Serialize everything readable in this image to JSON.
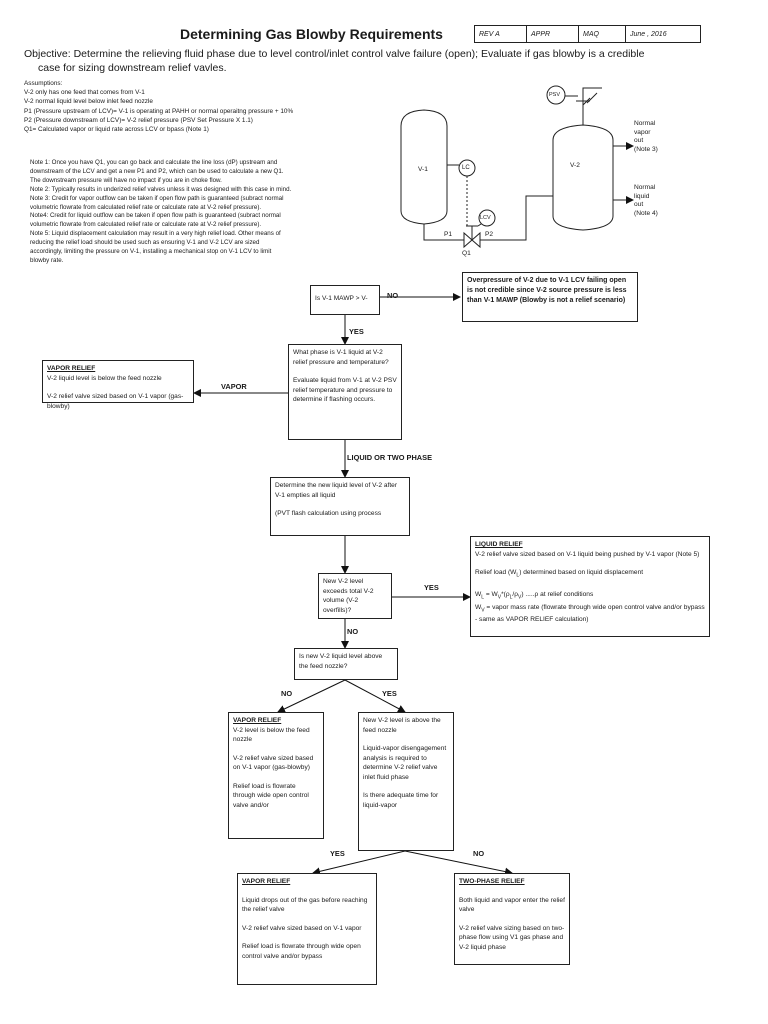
{
  "header": {
    "title": "Determining Gas Blowby Requirements",
    "rev_cells": [
      "REV A",
      "APPR",
      "MAQ",
      "June , 2016"
    ]
  },
  "objective": {
    "line1": "Objective:  Determine the relieving fluid phase due to level control/inlet control valve failure (open); Evaluate if gas blowby is a credible",
    "line2": "case for sizing downstream relief vavles."
  },
  "assumptions": {
    "heading": "Assumptions:",
    "items": [
      "V-2 only has one feed that comes from V-1",
      "V-2 normal liquid level below inlet feed nozzle",
      "P1 (Pressure upstream of LCV)= V-1 is operating at PAHH or normal operaitng pressure + 10%",
      "P2 (Pressure downstream of LCV)= V-2 relief pressure (PSV Set Pressure X 1.1)",
      "Q1= Calculated vapor or liquid rate across LCV or bpass (Note 1)"
    ]
  },
  "notes": [
    "Note 1: Once you have Q1, you can go back and calculate the line loss (dP) upstream and downstream of the LCV and get a new P1 and P2, which can be used to calculate a new Q1.  The downstream pressure will have no impact if you are in choke flow.",
    "Note 2:  Typically results in underized relief valves unless it was designed with this case in mind.",
    "Note 3:  Credit for vapor outflow can be taken if open flow path is guaranteed (subract normal volumetric flowrate from calculated relief rate or calculate rate at V-2 relief pressure).",
    "Note4:  Credit for liquid outflow can be taken if open flow path is guaranteed (subract normal volumetric flowrate from calculated relief rate or calculate rate at V-2 relief pressure).",
    "Note 5:  Liquid displacement calculation may result in a very high relief load.  Other means of reducing the relief load should be used such as ensuring V-1 and V-2 LCV are sized accordingly, limiting the pressure on V-1, installing a mechanical stop on V-1 LCV to limit blowby rate."
  ],
  "pid": {
    "v1": "V-1",
    "v2": "V-2",
    "lc": "LC",
    "lcv": "LCV",
    "psv": "PSV",
    "p1": "P1",
    "p2": "P2",
    "q1": "Q1",
    "vapor_out": [
      "Normal",
      "vapor",
      "out",
      "(Note 3)"
    ],
    "liquid_out": [
      "Normal",
      "liquid",
      "out",
      "(Note 4)"
    ]
  },
  "flow": {
    "q_mawp": "Is V-1 MAWP > V-",
    "no_overpressure": "Overpressure of V-2 due to V-1 LCV failing open is not credible since V-2 source pressure is less than V-1 MAWP (Blowby is not a relief scenario)",
    "q_phase": {
      "p1": "What phase is V-1 liquid at V-2 relief pressure and temperature?",
      "p2": "Evaluate liquid from V-1 at V-2 PSV relief temperature and pressure to determine if flashing occurs."
    },
    "vapor_relief_1": {
      "hdr": "VAPOR RELIEF",
      "p1": "V-2 liquid level is below the feed nozzle",
      "p2": "V-2 relief valve sized based on V-1 vapor (gas-blowby)"
    },
    "determine_level": {
      "p1": "Determine the new liquid level of V-2 after V-1 empties all liquid",
      "p2": "(PVT flash calculation using process"
    },
    "liquid_relief": {
      "hdr": "LIQUID RELIEF",
      "p1": "V-2 relief valve sized based on V-1 liquid being pushed by V-1 vapor (Note 5)",
      "p2a": "Relief load (W",
      "p2sub": "L",
      "p2b": ") determined based on liquid displacement",
      "f1a": "W",
      "f1s1": "L",
      "f1b": " = W",
      "f1s2": "V",
      "f1c": "*(ρ",
      "f1s3": "L",
      "f1d": "/ρ",
      "f1s4": "V",
      "f1e": ")         .....ρ at relief conditions",
      "f2a": "W",
      "f2s": "V",
      "f2b": " = vapor mass rate (flowrate through wide open control valve and/or bypass - same as VAPOR RELIEF calculation)"
    },
    "q_overfill": "New V-2 level exceeds total V-2 volume (V-2 overfills)?",
    "q_feed_nozzle": "Is new V-2 liquid level above the feed nozzle?",
    "vapor_relief_2": {
      "hdr": "VAPOR RELIEF",
      "p1": "V-2 level is below the feed nozzle",
      "p2": "V-2 relief valve sized based on V-1 vapor (gas-blowby)",
      "p3": "Relief load is flowrate through wide open control valve and/or"
    },
    "above_nozzle": {
      "p1": "New V-2 level is above the feed nozzle",
      "p2": "Liquid-vapor disengagement analysis is required to determine V-2 relief valve inlet fluid phase",
      "p3": "Is there adequate time for liquid-vapor"
    },
    "vapor_relief_3": {
      "hdr": "VAPOR RELIEF",
      "p1": "Liquid drops out of the gas before reaching the relief valve",
      "p2": "V-2 relief valve sized based on V-1 vapor",
      "p3": "Relief load is flowrate through wide open control valve and/or bypass"
    },
    "two_phase": {
      "hdr": "TWO-PHASE RELIEF",
      "p1": "Both liquid and vapor enter the relief valve",
      "p2": "V-2 relief valve sizing based on two-phase flow using V1 gas phase and V-2 liquid phase"
    },
    "labels": {
      "no1": "NO",
      "yes1": "YES",
      "vapor": "VAPOR",
      "liquid_two": "LIQUID OR TWO PHASE",
      "yes2": "YES",
      "no2": "NO",
      "no3": "NO",
      "yes3": "YES",
      "yes4": "YES",
      "no4": "NO"
    }
  }
}
